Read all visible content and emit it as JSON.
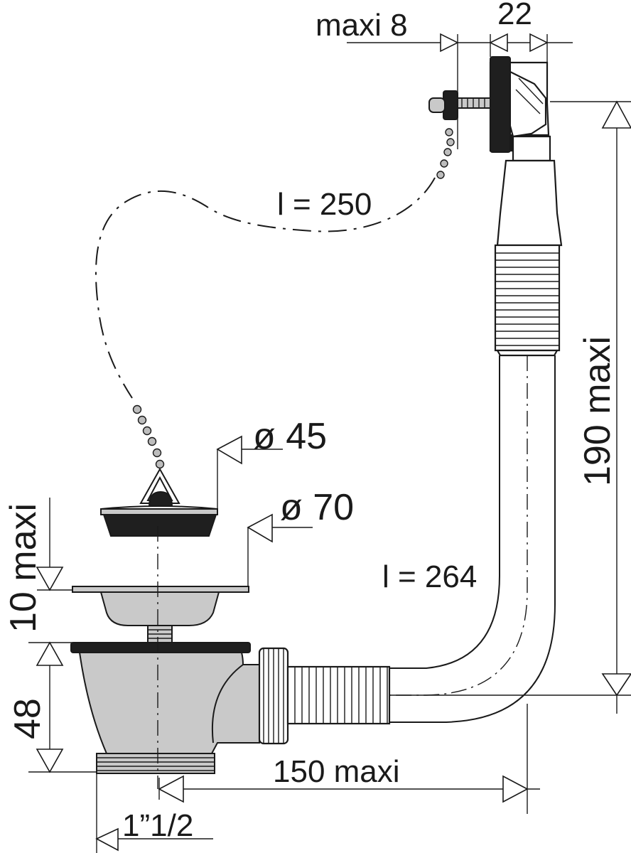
{
  "labels": {
    "overflow_gap": "maxi 8",
    "overflow_width": "22",
    "chain_length": "l = 250",
    "overflow_height": "190 maxi",
    "plug_diameter": "ø 45",
    "strainer_diameter": "ø 70",
    "strainer_height": "10 maxi",
    "body_height": "48",
    "hose_length": "l = 264",
    "horizontal_reach": "150 maxi",
    "thread_size": "1”1/2"
  },
  "colors": {
    "line": "#1a1a1a",
    "metal": "#c9c9c9",
    "rubber": "#1f1f1f",
    "background": "#ffffff"
  }
}
